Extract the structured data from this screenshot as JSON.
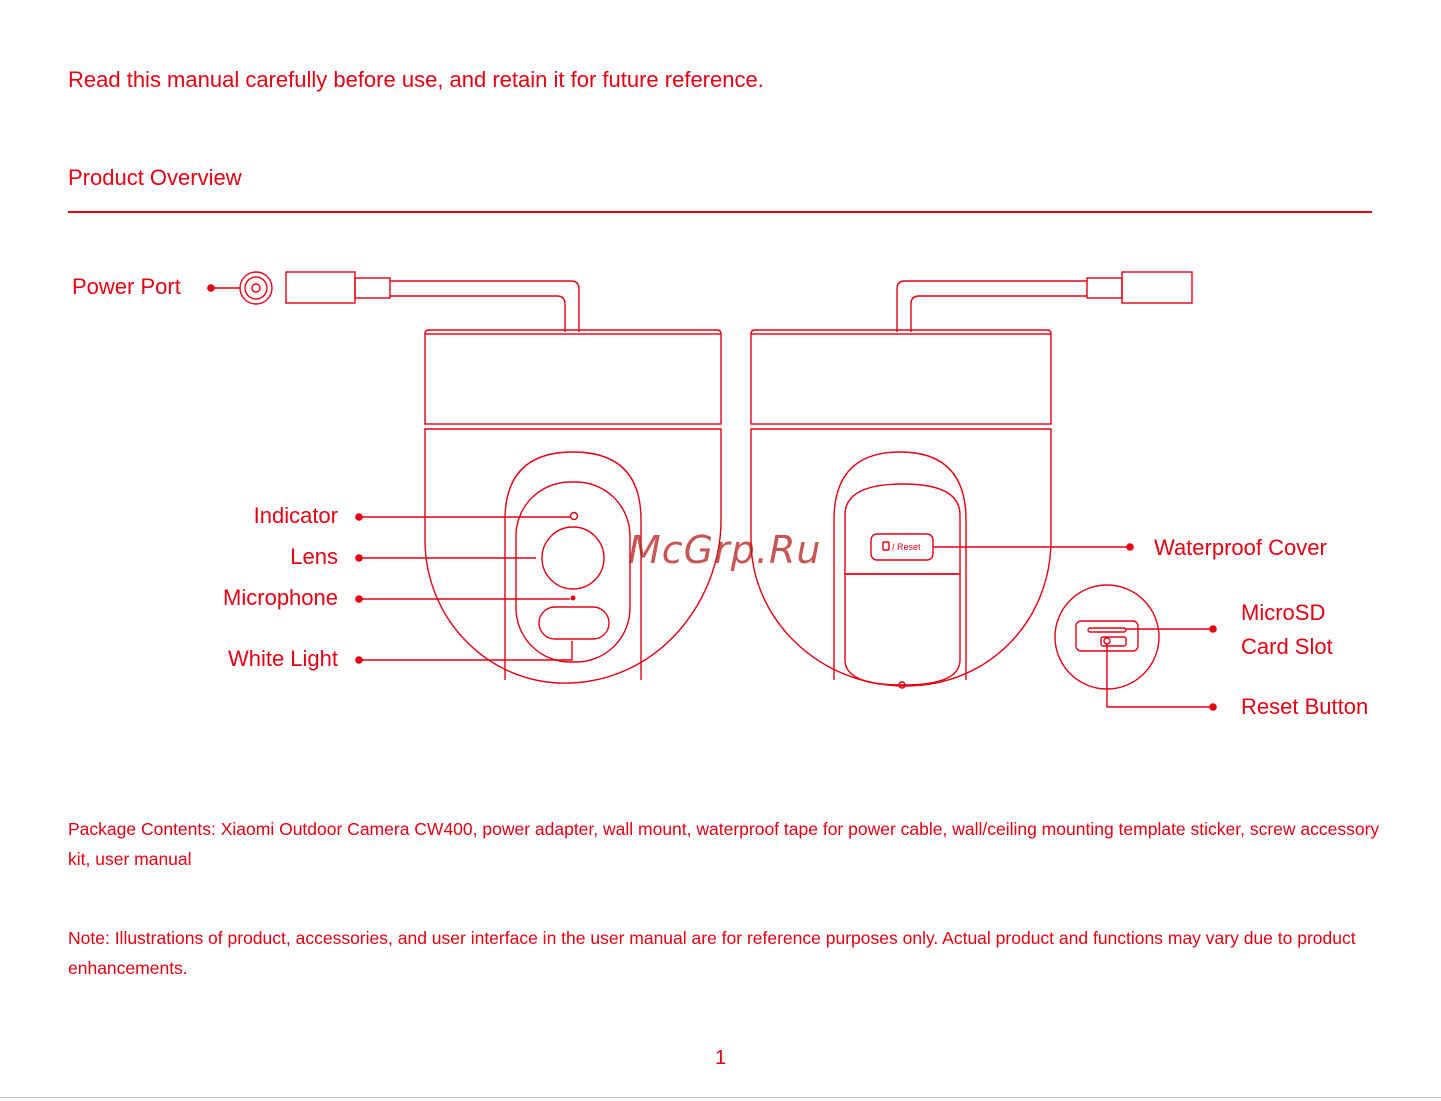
{
  "intro_text": "Read this manual carefully before use, and retain it for future reference.",
  "section_title": "Product Overview",
  "labels": {
    "power_port": "Power Port",
    "indicator": "Indicator",
    "lens": "Lens",
    "microphone": "Microphone",
    "white_light": "White Light",
    "waterproof_cover": "Waterproof Cover",
    "microsd_line1": "MicroSD",
    "microsd_line2": "Card Slot",
    "reset_button": "Reset Button"
  },
  "cover_button_text": "/ Reset",
  "package_contents": "Package Contents: Xiaomi Outdoor Camera CW400, power adapter, wall mount, waterproof tape for power cable, wall/ceiling mounting template sticker, screw accessory kit, user manual",
  "note": {
    "label": "Note:",
    "text": " Illustrations of product, accessories, and user interface in the user manual are for reference purposes only. Actual product and functions may vary due to product enhancements."
  },
  "page_number": "1",
  "watermark": "McGrp.Ru",
  "colors": {
    "accent": "#e60012",
    "background": "#ffffff"
  },
  "icons": {
    "power_port": "power-port-icon",
    "reset_button": "reset-icon"
  }
}
